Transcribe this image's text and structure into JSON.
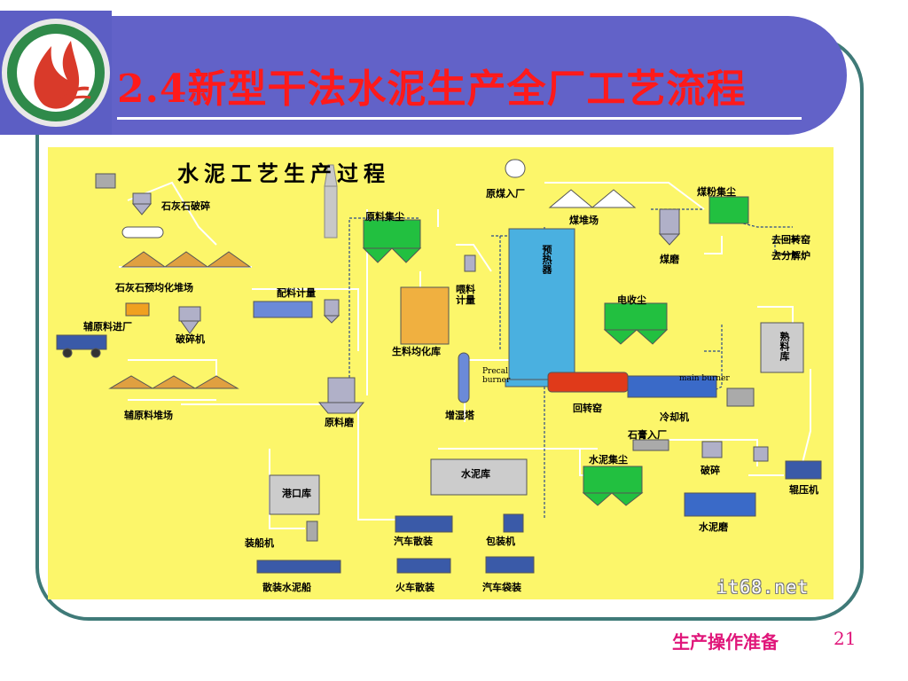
{
  "slide": {
    "title": "2.4新型干法水泥生产全厂工艺流程",
    "footer": "生产操作准备",
    "page_number": "21"
  },
  "diagram": {
    "title": "水泥工艺生产过程",
    "watermark": "it68.net",
    "labels": {
      "limestone_crush": "石灰石破碎",
      "limestone_yard": "石灰石预均化堆场",
      "aux_in": "辅原料进厂",
      "crusher": "破碎机",
      "aux_yard": "辅原料堆场",
      "batching": "配料计量",
      "raw_dust": "原料集尘",
      "raw_mill": "原料磨",
      "homog_silo": "生料均化库",
      "feed_meter_1": "喂料",
      "feed_meter_2": "计量",
      "humid_tower": "增湿塔",
      "preheater": "预热器",
      "precal_burner_1": "Precal",
      "precal_burner_2": "burner",
      "main_burner": "main burner",
      "kiln": "回转窑",
      "cooler": "冷却机",
      "esp": "电收尘",
      "coal_in": "原煤入厂",
      "coal_yard": "煤堆场",
      "coal_dust": "煤粉集尘",
      "coal_mill": "煤磨",
      "to_kiln": "去回转窑",
      "to_calciner": "去分解炉",
      "clinker_silo": "熟料库",
      "gypsum_in": "石膏入厂",
      "cement_dust": "水泥集尘",
      "crush": "破碎",
      "roller_press": "辊压机",
      "cement_mill": "水泥磨",
      "cement_silo": "水泥库",
      "port_silo": "港口库",
      "ship_loader": "装船机",
      "bulk_ship": "散装水泥船",
      "truck_bulk": "汽车散装",
      "packer": "包装机",
      "train_bulk": "火车散装",
      "truck_bag": "汽车袋装"
    }
  }
}
